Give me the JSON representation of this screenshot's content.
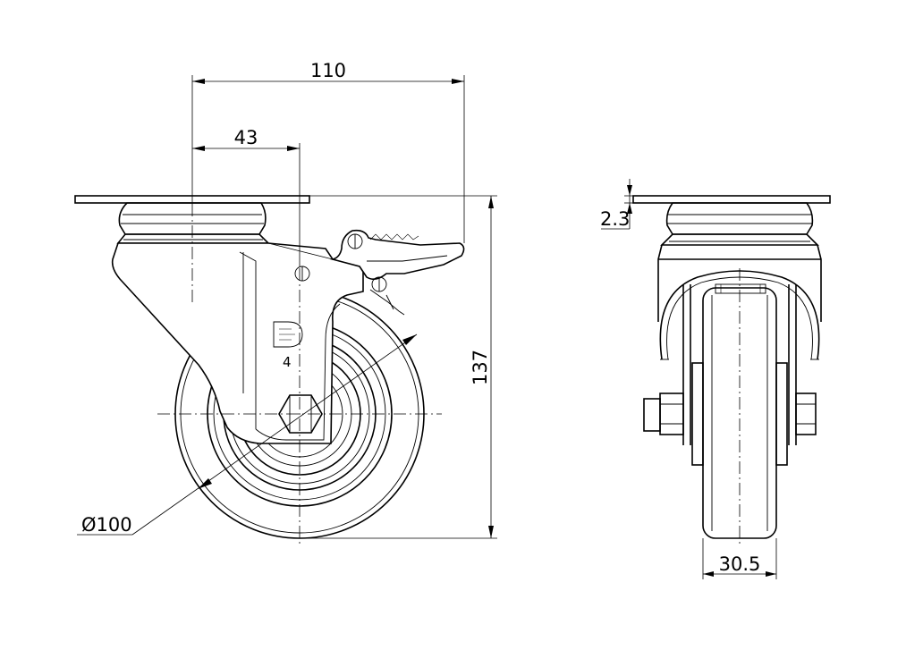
{
  "dimensions": {
    "total_offset": "110",
    "swivel_offset": "43",
    "overall_height": "137",
    "wheel_diameter": "Ø100",
    "plate_thickness": "2.3",
    "wheel_width": "30.5"
  },
  "markings": {
    "logo_letter": "D",
    "size_code": "4"
  }
}
